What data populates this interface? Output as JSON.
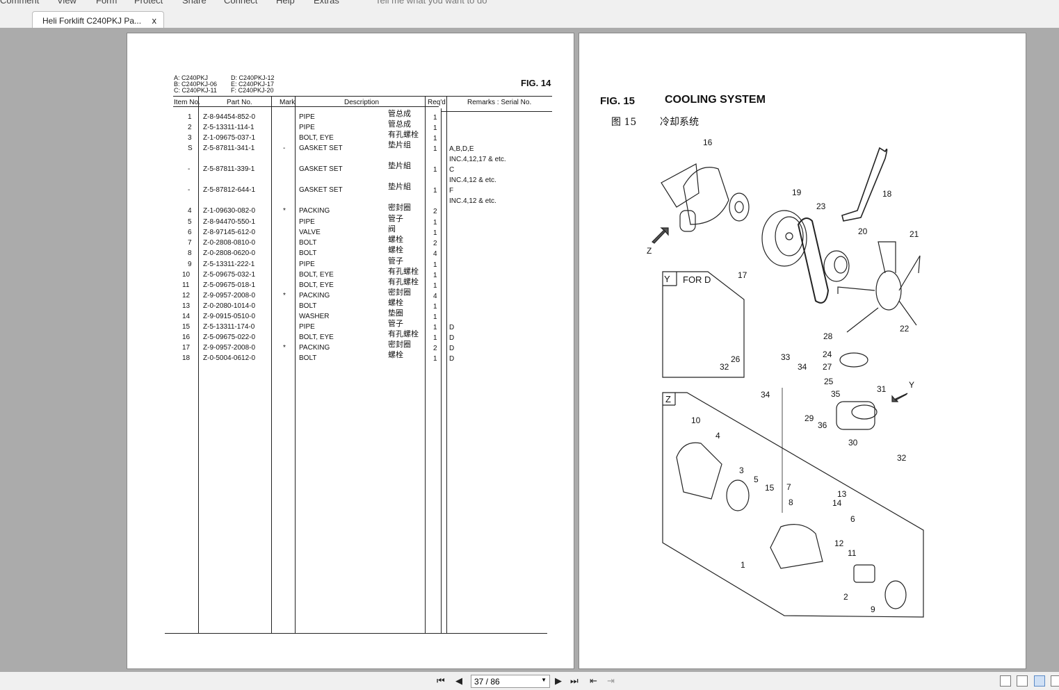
{
  "menu": {
    "items": [
      "Comment",
      "View",
      "Form",
      "Protect",
      "Share",
      "Connect",
      "Help",
      "Extras"
    ],
    "tell_me": "Tell me what you want to do"
  },
  "tab": {
    "title": "Heli Forklift C240PKJ Pa...",
    "close": "x"
  },
  "left_page": {
    "models": [
      "A: C240PKJ",
      "B: C240PKJ-06",
      "C: C240PKJ-11",
      "D: C240PKJ-12",
      "E: C240PKJ-17",
      "F: C240PKJ-20"
    ],
    "fig": "FIG. 14",
    "headers": [
      "Item No.",
      "Part No.",
      "Mark",
      "Description",
      "Req'd",
      "Remarks : Serial No."
    ],
    "rows": [
      {
        "item": "1",
        "part": "Z-8-94454-852-0",
        "mark": "",
        "desc": "PIPE",
        "cn": "管总成",
        "qty": "1",
        "rem": ""
      },
      {
        "item": "2",
        "part": "Z-5-13311-114-1",
        "mark": "",
        "desc": "PIPE",
        "cn": "管总成",
        "qty": "1",
        "rem": ""
      },
      {
        "item": "3",
        "part": "Z-1-09675-037-1",
        "mark": "",
        "desc": "BOLT, EYE",
        "cn": "有孔螺栓",
        "qty": "1",
        "rem": ""
      },
      {
        "item": "S",
        "part": "Z-5-87811-341-1",
        "mark": "-",
        "desc": "GASKET  SET",
        "cn": "垫片组",
        "qty": "1",
        "rem": "A,B,D,E",
        "rem2": "INC.4,12,17 & etc."
      },
      {
        "item": "-",
        "part": "Z-5-87811-339-1",
        "mark": "",
        "desc": "GASKET  SET",
        "cn": "垫片組",
        "qty": "1",
        "rem": "C",
        "rem2": "INC.4,12 & etc."
      },
      {
        "item": "-",
        "part": "Z-5-87812-644-1",
        "mark": "",
        "desc": "GASKET  SET",
        "cn": "垫片組",
        "qty": "1",
        "rem": "F",
        "rem2": "INC.4,12 & etc."
      },
      {
        "item": "4",
        "part": "Z-1-09630-082-0",
        "mark": "*",
        "desc": "PACKING",
        "cn": "密封圈",
        "qty": "2",
        "rem": ""
      },
      {
        "item": "5",
        "part": "Z-8-94470-550-1",
        "mark": "",
        "desc": "PIPE",
        "cn": "管子",
        "qty": "1",
        "rem": ""
      },
      {
        "item": "6",
        "part": "Z-8-97145-612-0",
        "mark": "",
        "desc": "VALVE",
        "cn": "阀",
        "qty": "1",
        "rem": ""
      },
      {
        "item": "7",
        "part": "Z-0-2808-0810-0",
        "mark": "",
        "desc": "BOLT",
        "cn": "螺栓",
        "qty": "2",
        "rem": ""
      },
      {
        "item": "8",
        "part": "Z-0-2808-0620-0",
        "mark": "",
        "desc": "BOLT",
        "cn": "螺栓",
        "qty": "4",
        "rem": ""
      },
      {
        "item": "9",
        "part": "Z-5-13311-222-1",
        "mark": "",
        "desc": "PIPE",
        "cn": "管子",
        "qty": "1",
        "rem": ""
      },
      {
        "item": "10",
        "part": "Z-5-09675-032-1",
        "mark": "",
        "desc": "BOLT, EYE",
        "cn": "有孔螺栓",
        "qty": "1",
        "rem": ""
      },
      {
        "item": "11",
        "part": "Z-5-09675-018-1",
        "mark": "",
        "desc": "BOLT, EYE",
        "cn": "有孔螺栓",
        "qty": "1",
        "rem": ""
      },
      {
        "item": "12",
        "part": "Z-9-0957-2008-0",
        "mark": "*",
        "desc": "PACKING",
        "cn": "密封圈",
        "qty": "4",
        "rem": ""
      },
      {
        "item": "13",
        "part": "Z-0-2080-1014-0",
        "mark": "",
        "desc": "BOLT",
        "cn": "螺栓",
        "qty": "1",
        "rem": ""
      },
      {
        "item": "14",
        "part": "Z-9-0915-0510-0",
        "mark": "",
        "desc": "WASHER",
        "cn": "垫圈",
        "qty": "1",
        "rem": ""
      },
      {
        "item": "15",
        "part": "Z-5-13311-174-0",
        "mark": "",
        "desc": "PIPE",
        "cn": "管子",
        "qty": "1",
        "rem": "D"
      },
      {
        "item": "16",
        "part": "Z-5-09675-022-0",
        "mark": "",
        "desc": "BOLT, EYE",
        "cn": "有孔螺栓",
        "qty": "1",
        "rem": "D"
      },
      {
        "item": "17",
        "part": "Z-9-0957-2008-0",
        "mark": "*",
        "desc": "PACKING",
        "cn": "密封圈",
        "qty": "2",
        "rem": "D"
      },
      {
        "item": "18",
        "part": "Z-0-5004-0612-0",
        "mark": "",
        "desc": "BOLT",
        "cn": "螺栓",
        "qty": "1",
        "rem": "D"
      }
    ]
  },
  "right_page": {
    "fig": "FIG. 15",
    "title": "COOLING SYSTEM",
    "fig_cn": "图  15",
    "title_cn": "冷却系统",
    "inset_y": {
      "tag": "Y",
      "label": "FOR D"
    },
    "inset_z": {
      "tag": "Z"
    },
    "callouts": [
      "16",
      "19",
      "18",
      "23",
      "20",
      "21",
      "17",
      "22",
      "28",
      "24",
      "27",
      "33",
      "34",
      "25",
      "35",
      "31",
      "34",
      "Y",
      "29",
      "36",
      "30",
      "32",
      "32",
      "26",
      "10",
      "4",
      "3",
      "5",
      "15",
      "7",
      "8",
      "13",
      "14",
      "6",
      "12",
      "11",
      "1",
      "2",
      "9",
      "Z"
    ]
  },
  "bottom": {
    "page_display": "37 / 86"
  }
}
